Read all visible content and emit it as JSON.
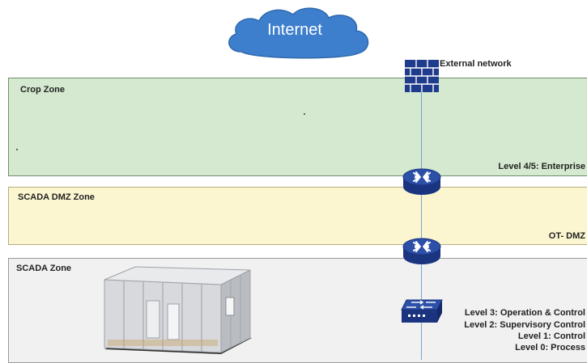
{
  "cloud": {
    "label": "Internet"
  },
  "firewall": {
    "label": "External network"
  },
  "zones": [
    {
      "name": "Crop Zone",
      "level": "Level 4/5: Enterprise"
    },
    {
      "name": "SCADA DMZ Zone",
      "level": "OT- DMZ"
    },
    {
      "name": "SCADA Zone",
      "levels": [
        "Level 3: Operation & Control",
        "Level 2: Supervisory Control",
        "Level 1: Control",
        "Level 0: Process"
      ]
    }
  ],
  "colors": {
    "cloud": "#3d7fcd",
    "network_device": "#1f3b8c",
    "corp_zone": "#d4e9cf",
    "dmz_zone": "#fbf6d0",
    "scada_zone": "#f1f1f1"
  },
  "icons": [
    "cloud-icon",
    "firewall-icon",
    "router-icon",
    "switch-icon",
    "equipment-enclosure-image"
  ]
}
